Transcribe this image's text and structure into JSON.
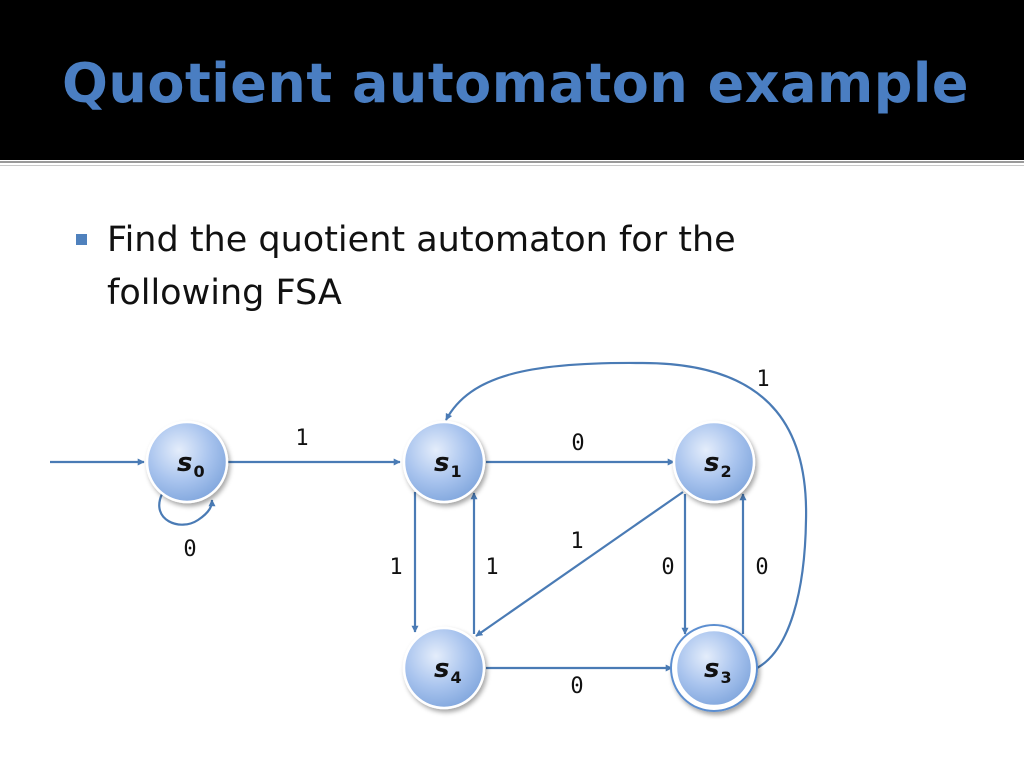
{
  "slide": {
    "title": "Quotient automaton example",
    "bullet_text": "Find the quotient automaton for the following FSA"
  },
  "colors": {
    "title": "#4a7ec2",
    "edge": "#4a7bb5",
    "bullet": "#4f81bd",
    "node_fill": "#a9c4ee"
  },
  "diagram": {
    "states": [
      {
        "id": "s0",
        "letter": "s",
        "sub": "0",
        "start": true,
        "accept": false
      },
      {
        "id": "s1",
        "letter": "s",
        "sub": "1",
        "start": false,
        "accept": false
      },
      {
        "id": "s2",
        "letter": "s",
        "sub": "2",
        "start": false,
        "accept": false
      },
      {
        "id": "s3",
        "letter": "s",
        "sub": "3",
        "start": false,
        "accept": true
      },
      {
        "id": "s4",
        "letter": "s",
        "sub": "4",
        "start": false,
        "accept": false
      }
    ],
    "transitions": [
      {
        "from": "s0",
        "to": "s0",
        "label": "0"
      },
      {
        "from": "s0",
        "to": "s1",
        "label": "1"
      },
      {
        "from": "s1",
        "to": "s2",
        "label": "0"
      },
      {
        "from": "s1",
        "to": "s4",
        "label": "1"
      },
      {
        "from": "s4",
        "to": "s1",
        "label": "1"
      },
      {
        "from": "s2",
        "to": "s4",
        "label": "1"
      },
      {
        "from": "s2",
        "to": "s3",
        "label": "0"
      },
      {
        "from": "s3",
        "to": "s2",
        "label": "0"
      },
      {
        "from": "s4",
        "to": "s3",
        "label": "0"
      },
      {
        "from": "s3",
        "to": "s1",
        "label": "1"
      }
    ]
  }
}
